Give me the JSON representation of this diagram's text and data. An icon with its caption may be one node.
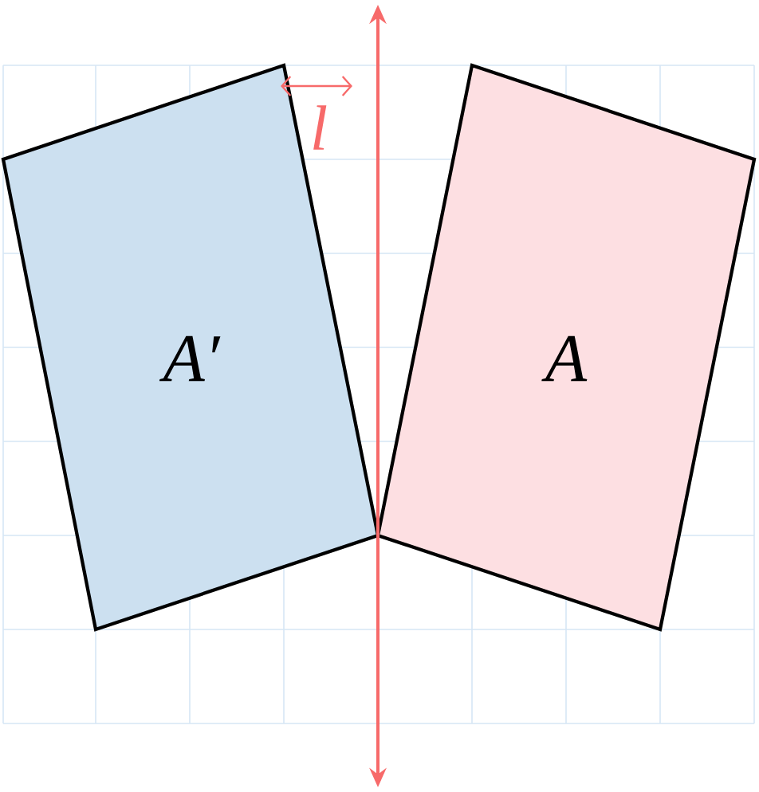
{
  "diagram": {
    "nodes": [
      {
        "text": [
          "A′"
        ]
      },
      {
        "text": [
          "A"
        ]
      }
    ],
    "labels": [
      "l"
    ]
  }
}
